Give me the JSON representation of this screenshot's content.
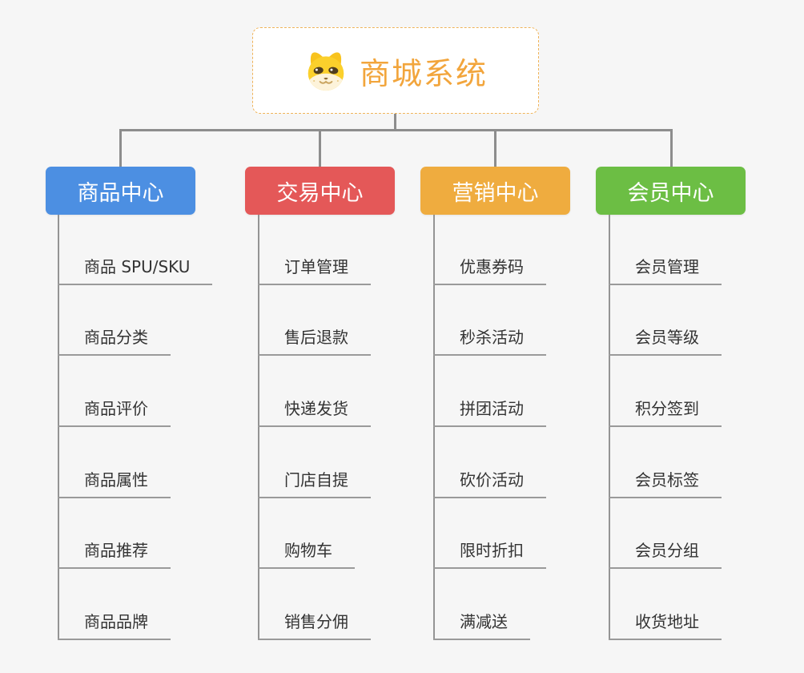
{
  "root": {
    "title": "商城系统",
    "icon": "doge-face-icon",
    "title_color": "#f2a53c",
    "border_color": "#f0b45a"
  },
  "branches": [
    {
      "label": "商品中心",
      "color": "#4c8fe2",
      "items": [
        "商品 SPU/SKU",
        "商品分类",
        "商品评价",
        "商品属性",
        "商品推荐",
        "商品品牌"
      ]
    },
    {
      "label": "交易中心",
      "color": "#e45858",
      "items": [
        "订单管理",
        "售后退款",
        "快递发货",
        "门店自提",
        "购物车",
        "销售分佣"
      ]
    },
    {
      "label": "营销中心",
      "color": "#efac3f",
      "items": [
        "优惠券码",
        "秒杀活动",
        "拼团活动",
        "砍价活动",
        "限时折扣",
        "满减送"
      ]
    },
    {
      "label": "会员中心",
      "color": "#6cbe44",
      "items": [
        "会员管理",
        "会员等级",
        "积分签到",
        "会员标签",
        "会员分组",
        "收货地址"
      ]
    }
  ]
}
